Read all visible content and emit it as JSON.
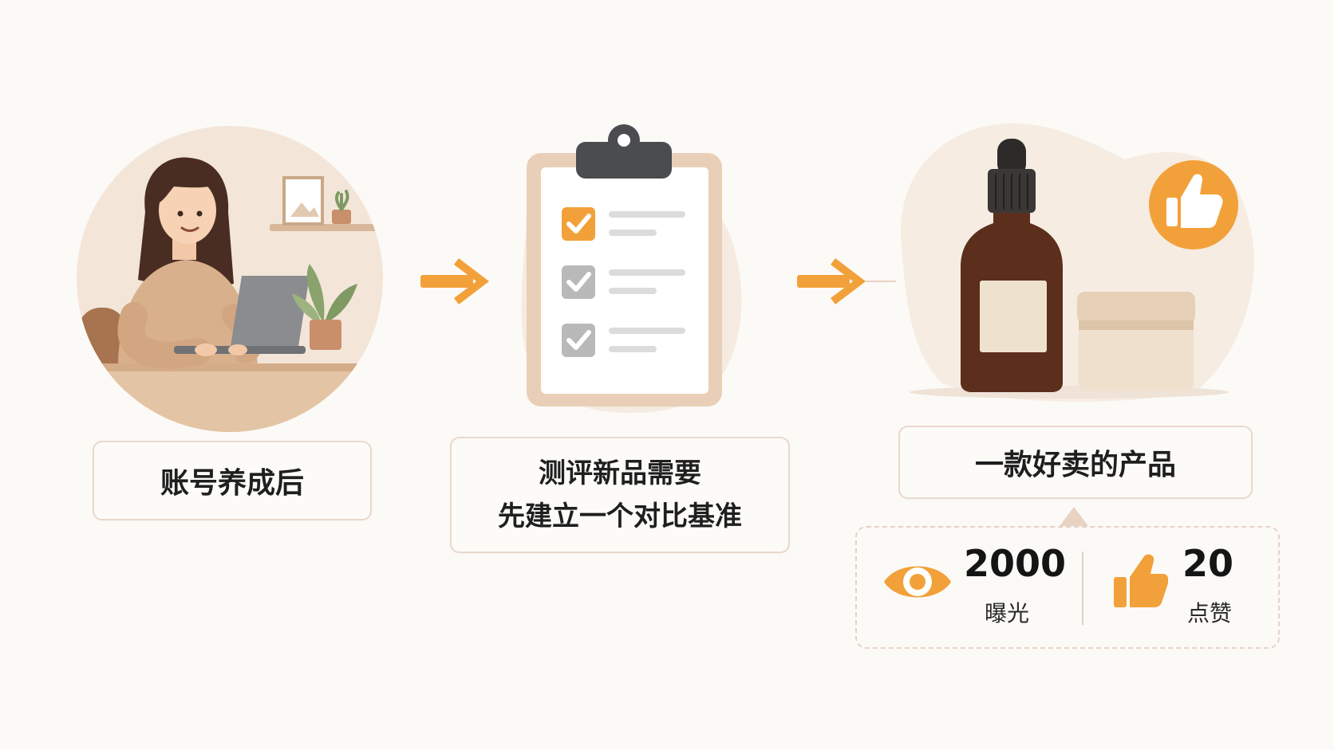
{
  "steps": [
    {
      "label": "账号养成后"
    },
    {
      "label_line1": "测评新品需要",
      "label_line2": "先建立一个对比基准"
    },
    {
      "label": "一款好卖的产品"
    }
  ],
  "stats": {
    "views_value": "2000",
    "views_label": "曝光",
    "likes_value": "20",
    "likes_label": "点赞"
  },
  "icons": {
    "arrow": "arrow-right-icon",
    "checklist": "clipboard-checklist-icon",
    "thumb": "thumbs-up-icon",
    "eye": "eye-icon"
  },
  "colors": {
    "accent": "#f2a13a",
    "beige": "#f3e8dc",
    "border": "#ead8cb",
    "text": "#1f1f1f"
  }
}
